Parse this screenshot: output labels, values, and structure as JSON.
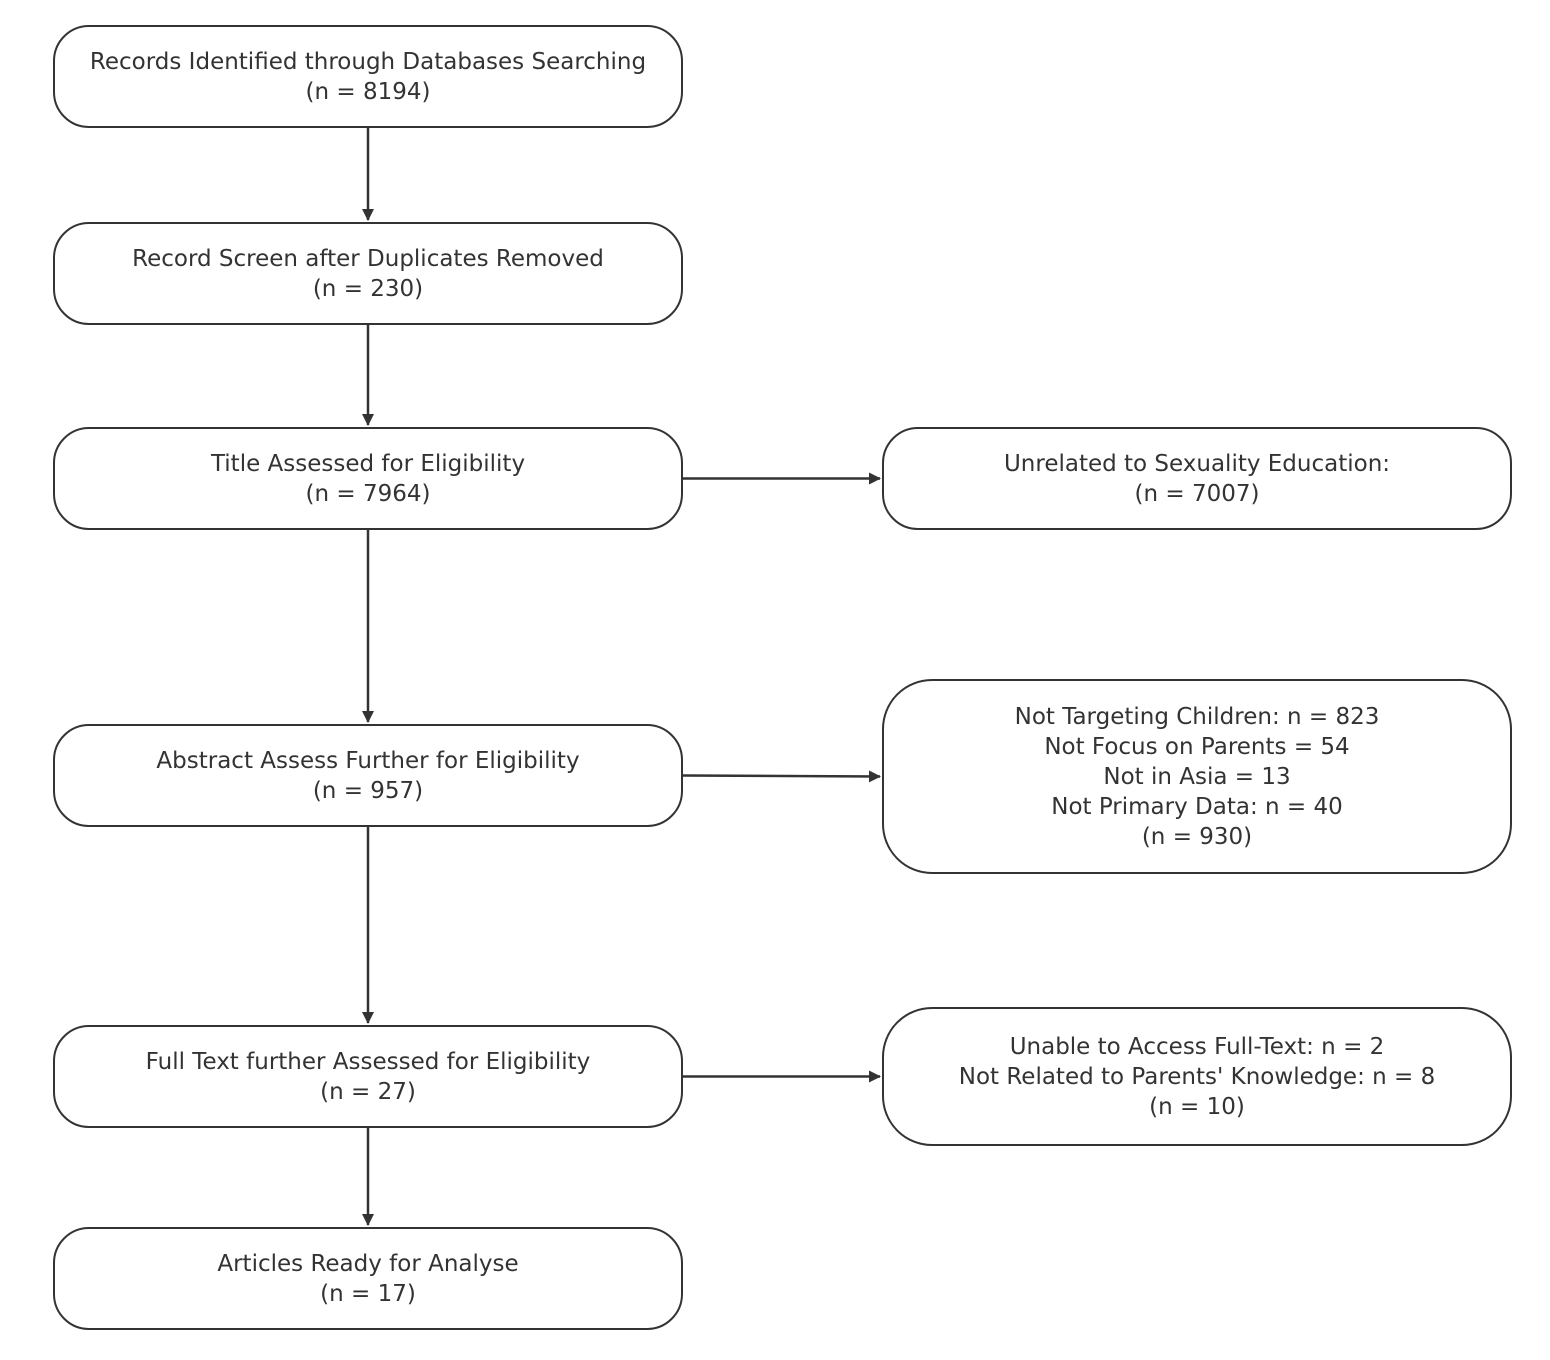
{
  "diagram": {
    "nodes": [
      {
        "id": "records",
        "lines": [
          "Records Identified through Databases Searching",
          "(n = 8194)"
        ]
      },
      {
        "id": "screen",
        "lines": [
          "Record Screen after Duplicates Removed",
          "(n = 230)"
        ]
      },
      {
        "id": "title",
        "lines": [
          "Title Assessed for Eligibility",
          "(n = 7964)"
        ]
      },
      {
        "id": "abstract",
        "lines": [
          "Abstract Assess Further for Eligibility",
          "(n = 957)"
        ]
      },
      {
        "id": "fulltext",
        "lines": [
          "Full Text further Assessed for Eligibility",
          "(n = 27)"
        ]
      },
      {
        "id": "articles",
        "lines": [
          "Articles Ready for Analyse",
          "(n = 17)"
        ]
      },
      {
        "id": "unrelated",
        "lines": [
          "Unrelated to Sexuality Education:",
          "(n = 7007)"
        ]
      },
      {
        "id": "excluded-abstract",
        "lines": [
          "Not Targeting Children: n = 823",
          "Not Focus on Parents = 54",
          "Not in Asia = 13",
          "Not Primary Data: n = 40",
          "(n = 930)"
        ]
      },
      {
        "id": "excluded-fulltext",
        "lines": [
          "Unable to Access Full-Text: n = 2",
          "Not Related to Parents' Knowledge: n = 8",
          "(n = 10)"
        ]
      }
    ],
    "edges": [
      {
        "from": "records",
        "to": "screen"
      },
      {
        "from": "screen",
        "to": "title"
      },
      {
        "from": "title",
        "to": "abstract"
      },
      {
        "from": "abstract",
        "to": "fulltext"
      },
      {
        "from": "fulltext",
        "to": "articles"
      },
      {
        "from": "title",
        "to": "unrelated"
      },
      {
        "from": "abstract",
        "to": "excluded-abstract"
      },
      {
        "from": "fulltext",
        "to": "excluded-fulltext"
      }
    ],
    "colors": {
      "stroke": "#333333",
      "text": "#333333",
      "background": "#ffffff"
    }
  }
}
